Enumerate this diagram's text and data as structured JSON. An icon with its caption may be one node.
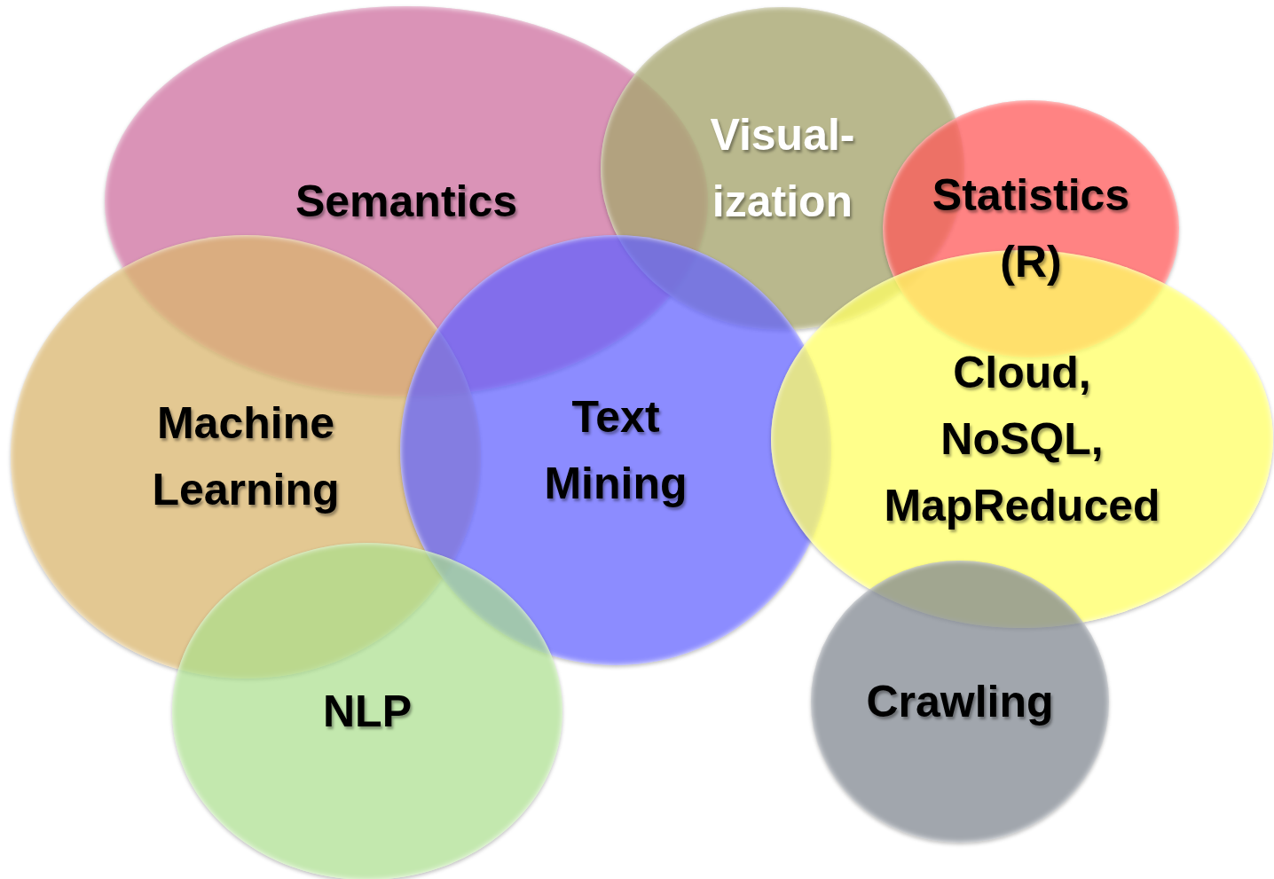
{
  "diagram": {
    "nodes": [
      {
        "text": [
          "Semantics"
        ]
      },
      {
        "text": [
          "Visual- ization"
        ]
      },
      {
        "text": [
          "Statistics (R)"
        ]
      },
      {
        "text": [
          "Machine Learning"
        ]
      },
      {
        "text": [
          "Text Mining"
        ]
      },
      {
        "text": [
          "Cloud, NoSQL, MapReduced"
        ]
      },
      {
        "text": [
          "NLP"
        ]
      },
      {
        "text": [
          "Crawling"
        ]
      }
    ]
  }
}
